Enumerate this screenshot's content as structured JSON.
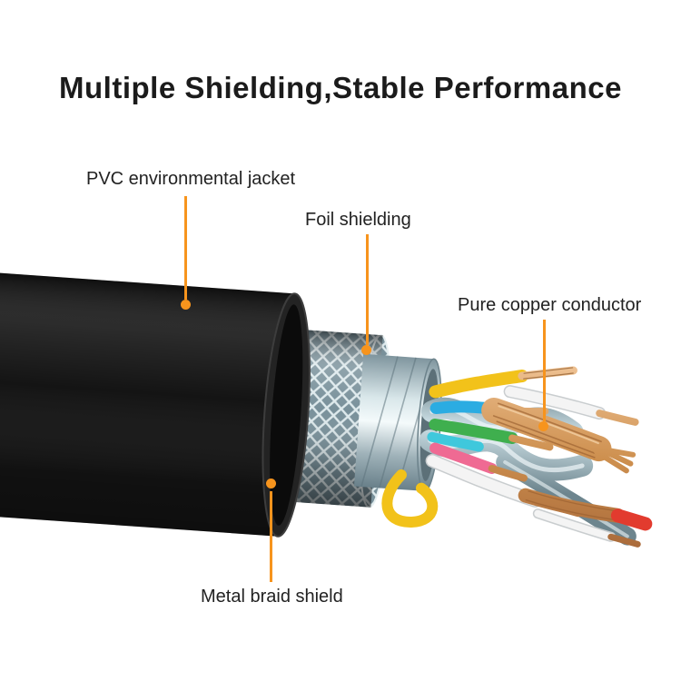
{
  "title": "Multiple Shielding,Stable Performance",
  "callouts": [
    {
      "id": "jacket",
      "label": "PVC environmental jacket"
    },
    {
      "id": "foil",
      "label": "Foil shielding"
    },
    {
      "id": "conductor",
      "label": "Pure copper conductor"
    },
    {
      "id": "braid",
      "label": "Metal braid shield"
    }
  ],
  "colors": {
    "background": "#FFFFFF",
    "accent": "#F7941D",
    "title_text": "#1B1B1B",
    "label_text": "#222222",
    "jacket": "#141414",
    "braid": "#78909A",
    "foil": "#C9DADF",
    "steel": "#9FB6BF",
    "copper": "#CD8F4E",
    "wire_yellow": "#F2C21A",
    "wire_blue": "#2BACE2",
    "wire_cyan": "#3FC8DC",
    "wire_green": "#3FAF4E",
    "wire_pink": "#EF6A93",
    "wire_red": "#E23B2E",
    "wire_white": "#F4F4F4"
  }
}
